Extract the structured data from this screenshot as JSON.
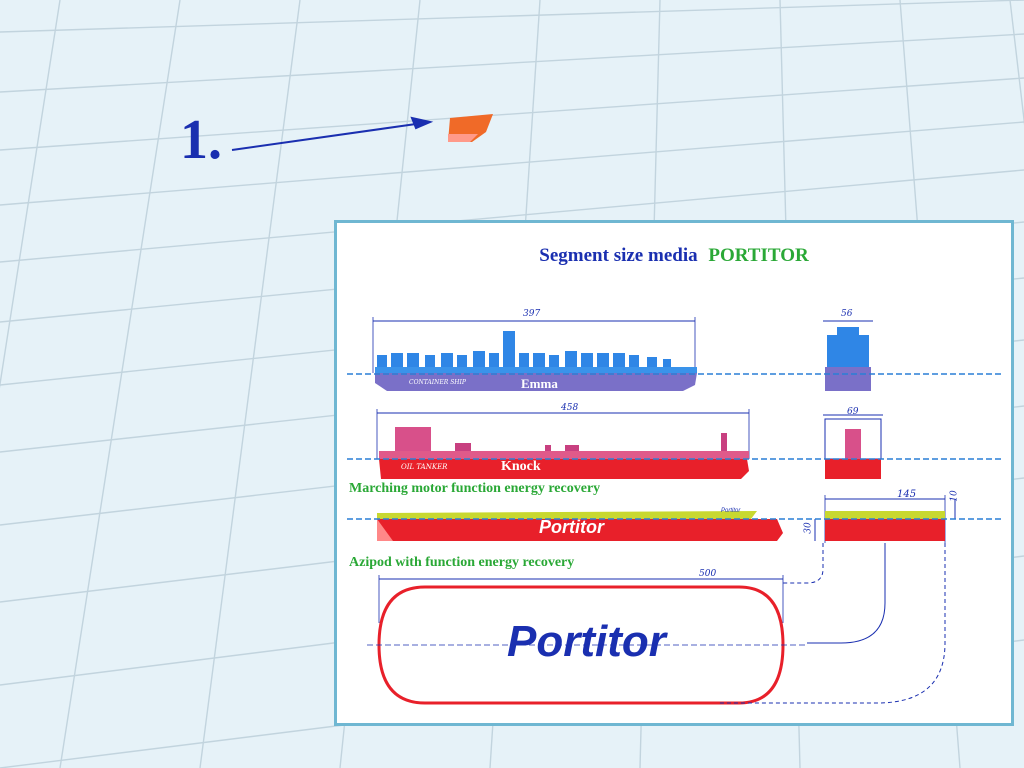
{
  "marker": {
    "label": "1."
  },
  "panel": {
    "title_part1": "Segment size media",
    "title_part2": "PORTITOR"
  },
  "ships": [
    {
      "name": "Emma",
      "type_label": "CONTAINER SHIP",
      "length": "397",
      "beam": "56"
    },
    {
      "name": "Knock",
      "type_label": "OIL TANKER",
      "length": "458",
      "beam": "69"
    },
    {
      "name": "Portitor",
      "deck_label": "Portitor",
      "beam": "145",
      "draft": "30",
      "freeboard": "10"
    }
  ],
  "annotations": {
    "marching_motor": "Marching motor function energy recovery",
    "azipod": "Azipod with function energy recovery"
  },
  "plan_view": {
    "label": "Portitor",
    "length": "500"
  },
  "colors": {
    "navy": "#1a2fb0",
    "green": "#2aa836",
    "red": "#e8202a",
    "waterline": "#2a7fd6",
    "panel_border": "#6fb7d2"
  }
}
